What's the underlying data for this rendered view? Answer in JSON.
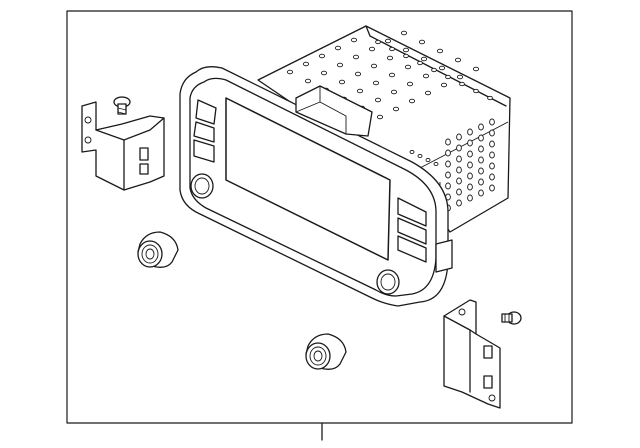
{
  "diagram": {
    "parts": [
      {
        "name": "head-unit-chassis",
        "icon": "vented-metal-housing"
      },
      {
        "name": "display-bezel",
        "icon": "touchscreen-front-panel"
      },
      {
        "name": "left-mounting-bracket",
        "icon": "bracket"
      },
      {
        "name": "right-mounting-bracket",
        "icon": "bracket"
      },
      {
        "name": "left-screw",
        "icon": "screw"
      },
      {
        "name": "right-screw",
        "icon": "screw"
      },
      {
        "name": "left-knob",
        "icon": "control-knob"
      },
      {
        "name": "right-knob",
        "icon": "control-knob"
      }
    ],
    "line_color": "#1a1a1a",
    "background_color": "#ffffff"
  }
}
